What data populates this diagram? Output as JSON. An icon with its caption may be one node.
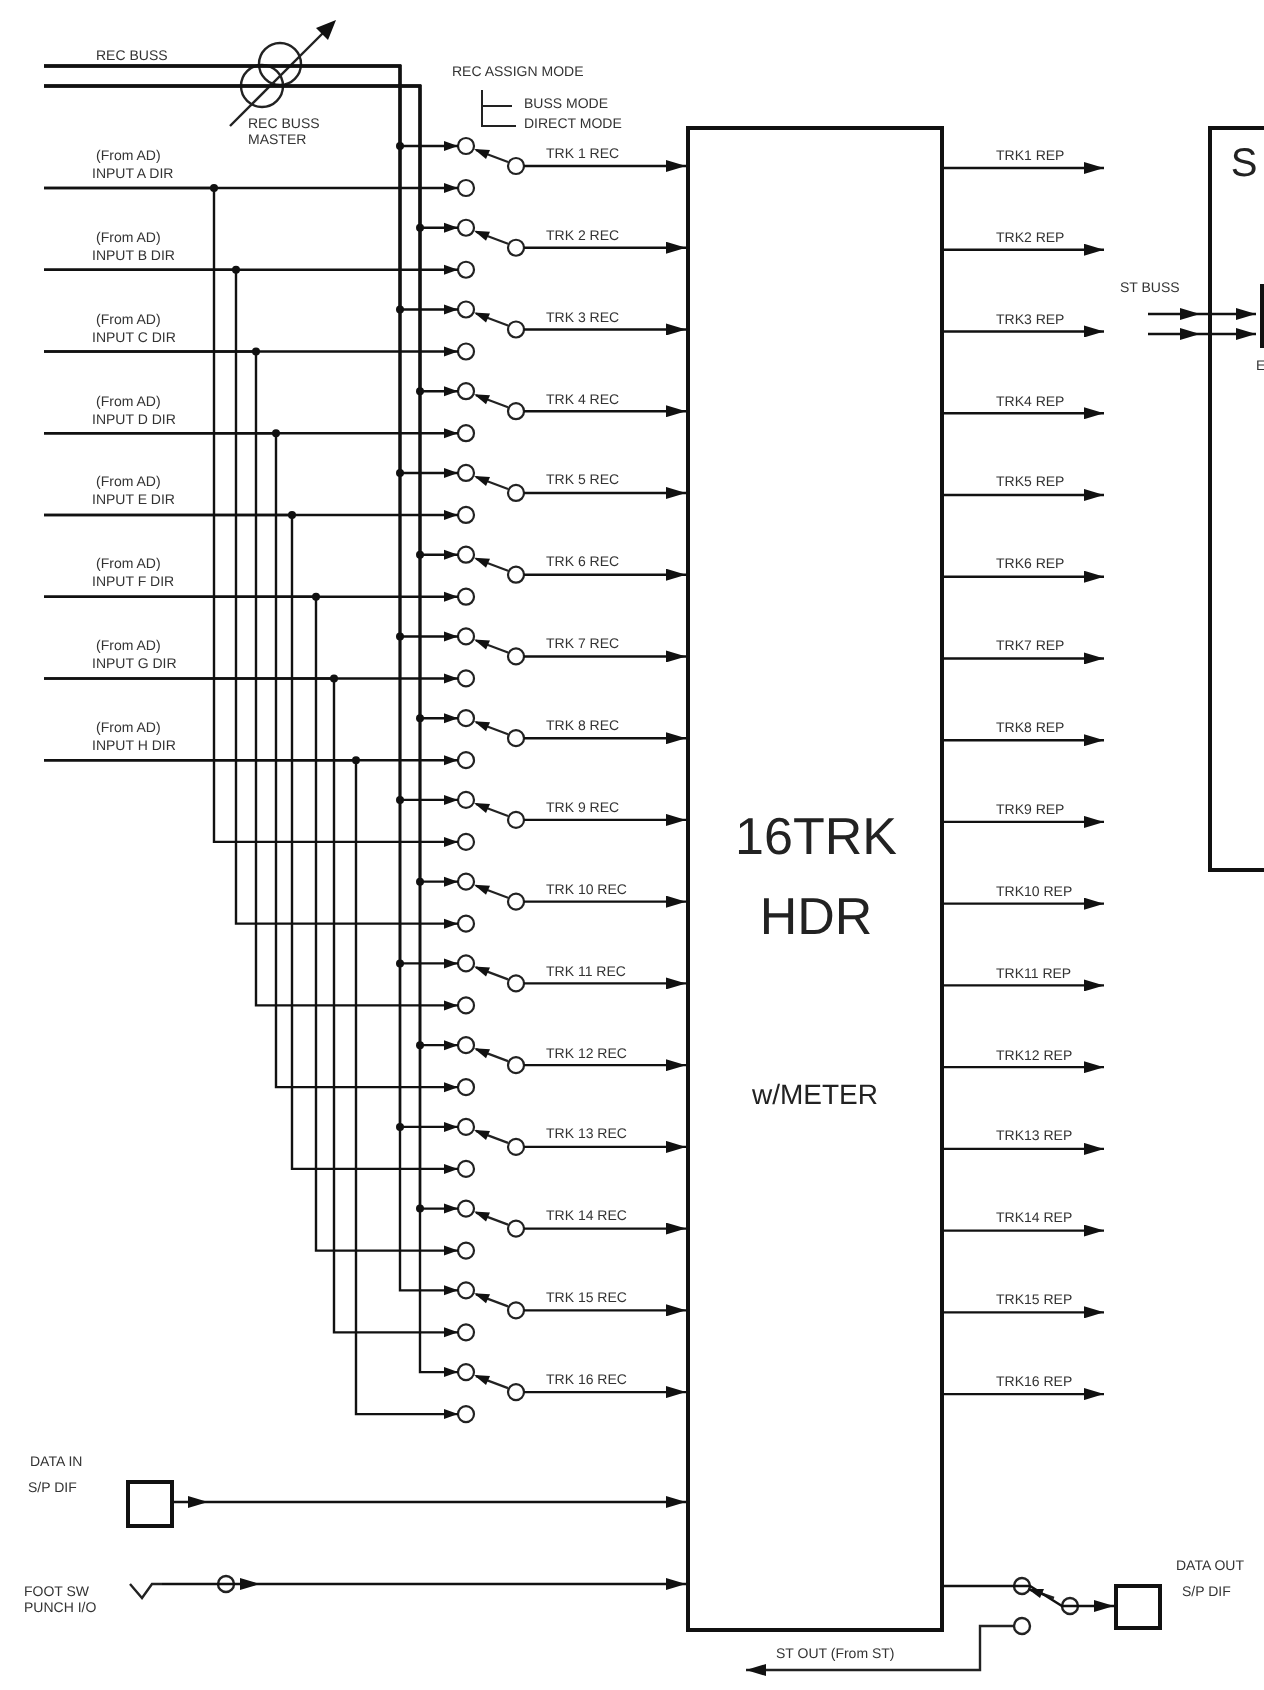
{
  "diagram": {
    "nodes": [
      {
        "text": [
          "16TRK HDR",
          "w/METER"
        ]
      },
      {
        "text": [],
        "shape": "box",
        "beside": [
          "DATA IN",
          "S/P DIF"
        ]
      },
      {
        "text": [],
        "shape": "jack",
        "beside": [
          "FOOT SW PUNCH I/O"
        ]
      },
      {
        "text": [],
        "shape": "box",
        "beside": [
          "DATA OUT",
          "S/P DIF"
        ]
      },
      {
        "text": [
          "S"
        ]
      },
      {
        "text": [],
        "shape": "box",
        "in": 4,
        "beside": [
          "E"
        ]
      },
      {
        "text": [],
        "shape": "switch"
      },
      {
        "text": [],
        "shape": "switch"
      },
      {
        "text": [],
        "shape": "switch"
      },
      {
        "text": [],
        "shape": "switch"
      },
      {
        "text": [],
        "shape": "switch"
      },
      {
        "text": [],
        "shape": "switch"
      },
      {
        "text": [],
        "shape": "switch"
      },
      {
        "text": [],
        "shape": "switch"
      },
      {
        "text": [],
        "shape": "switch"
      },
      {
        "text": [],
        "shape": "switch"
      },
      {
        "text": [],
        "shape": "switch"
      },
      {
        "text": [],
        "shape": "switch"
      },
      {
        "text": [],
        "shape": "switch"
      },
      {
        "text": [],
        "shape": "switch"
      },
      {
        "text": [],
        "shape": "switch"
      },
      {
        "text": [],
        "shape": "switch"
      }
    ],
    "edges": [
      {
        "from": 6,
        "to": 0,
        "arrow": "to",
        "label": "TRK 1 REC"
      },
      {
        "from": 7,
        "to": 0,
        "arrow": "to",
        "label": "TRK 2 REC"
      },
      {
        "from": 8,
        "to": 0,
        "arrow": "to",
        "label": "TRK 3 REC"
      },
      {
        "from": 9,
        "to": 0,
        "arrow": "to",
        "label": "TRK 4 REC"
      },
      {
        "from": 10,
        "to": 0,
        "arrow": "to",
        "label": "TRK 5 REC"
      },
      {
        "from": 11,
        "to": 0,
        "arrow": "to",
        "label": "TRK 6 REC"
      },
      {
        "from": 12,
        "to": 0,
        "arrow": "to",
        "label": "TRK 7 REC"
      },
      {
        "from": 13,
        "to": 0,
        "arrow": "to",
        "label": "TRK 8 REC"
      },
      {
        "from": 14,
        "to": 0,
        "arrow": "to",
        "label": "TRK 9 REC"
      },
      {
        "from": 15,
        "to": 0,
        "arrow": "to",
        "label": "TRK 10 REC"
      },
      {
        "from": 16,
        "to": 0,
        "arrow": "to",
        "label": "TRK 11 REC"
      },
      {
        "from": 17,
        "to": 0,
        "arrow": "to",
        "label": "TRK 12 REC"
      },
      {
        "from": 18,
        "to": 0,
        "arrow": "to",
        "label": "TRK 13 REC"
      },
      {
        "from": 19,
        "to": 0,
        "arrow": "to",
        "label": "TRK 14 REC"
      },
      {
        "from": 20,
        "to": 0,
        "arrow": "to",
        "label": "TRK 15 REC"
      },
      {
        "from": 21,
        "to": 0,
        "arrow": "to",
        "label": "TRK 16  REC"
      },
      {
        "from": 0,
        "to": null,
        "arrow": "to",
        "label": "TRK1 REP"
      },
      {
        "from": 0,
        "to": null,
        "arrow": "to",
        "label": "TRK2 REP"
      },
      {
        "from": 0,
        "to": null,
        "arrow": "to",
        "label": "TRK3 REP"
      },
      {
        "from": 0,
        "to": null,
        "arrow": "to",
        "label": "TRK4 REP"
      },
      {
        "from": 0,
        "to": null,
        "arrow": "to",
        "label": "TRK5 REP"
      },
      {
        "from": 0,
        "to": null,
        "arrow": "to",
        "label": "TRK6 REP"
      },
      {
        "from": 0,
        "to": null,
        "arrow": "to",
        "label": "TRK7 REP"
      },
      {
        "from": 0,
        "to": null,
        "arrow": "to",
        "label": "TRK8 REP"
      },
      {
        "from": 0,
        "to": null,
        "arrow": "to",
        "label": "TRK9 REP"
      },
      {
        "from": 0,
        "to": null,
        "arrow": "to",
        "label": "TRK10 REP"
      },
      {
        "from": 0,
        "to": null,
        "arrow": "to",
        "label": "TRK11 REP"
      },
      {
        "from": 0,
        "to": null,
        "arrow": "to",
        "label": "TRK12 REP"
      },
      {
        "from": 0,
        "to": null,
        "arrow": "to",
        "label": "TRK13 REP"
      },
      {
        "from": 0,
        "to": null,
        "arrow": "to",
        "label": "TRK14 REP"
      },
      {
        "from": 0,
        "to": null,
        "arrow": "to",
        "label": "TRK15 REP"
      },
      {
        "from": 0,
        "to": null,
        "arrow": "to",
        "label": "TRK16 REP"
      },
      {
        "from": 1,
        "to": 0,
        "arrow": "to"
      },
      {
        "from": 2,
        "to": 0,
        "arrow": "to"
      },
      {
        "from": 0,
        "to": 3,
        "arrow": "to"
      },
      {
        "from": null,
        "to": 5,
        "arrow": "to"
      },
      {
        "from": null,
        "to": 5,
        "arrow": "to"
      },
      {
        "from": null,
        "to": 6,
        "arrow": "to"
      },
      {
        "from": null,
        "to": 7,
        "arrow": "to"
      },
      {
        "from": null,
        "to": 8,
        "arrow": "to"
      },
      {
        "from": null,
        "to": 9,
        "arrow": "to"
      },
      {
        "from": null,
        "to": 10,
        "arrow": "to"
      },
      {
        "from": null,
        "to": 11,
        "arrow": "to"
      },
      {
        "from": null,
        "to": 12,
        "arrow": "to"
      },
      {
        "from": null,
        "to": 13,
        "arrow": "to"
      },
      {
        "from": null,
        "to": 14,
        "arrow": "to"
      },
      {
        "from": null,
        "to": 15,
        "arrow": "to"
      },
      {
        "from": null,
        "to": 16,
        "arrow": "to"
      },
      {
        "from": null,
        "to": 17,
        "arrow": "to"
      },
      {
        "from": null,
        "to": 18,
        "arrow": "to"
      },
      {
        "from": null,
        "to": 19,
        "arrow": "to"
      },
      {
        "from": null,
        "to": 20,
        "arrow": "to"
      },
      {
        "from": null,
        "to": 21,
        "arrow": "to"
      },
      {
        "from": null,
        "to": 6,
        "arrow": "to"
      },
      {
        "from": null,
        "to": 14,
        "arrow": "to"
      },
      {
        "from": null,
        "to": 7,
        "arrow": "to"
      },
      {
        "from": null,
        "to": 15,
        "arrow": "to"
      },
      {
        "from": null,
        "to": 8,
        "arrow": "to"
      },
      {
        "from": null,
        "to": 16,
        "arrow": "to"
      },
      {
        "from": null,
        "to": 9,
        "arrow": "to"
      },
      {
        "from": null,
        "to": 17,
        "arrow": "to"
      },
      {
        "from": null,
        "to": 10,
        "arrow": "to"
      },
      {
        "from": null,
        "to": 18,
        "arrow": "to"
      },
      {
        "from": null,
        "to": 11,
        "arrow": "to"
      },
      {
        "from": null,
        "to": 19,
        "arrow": "to"
      },
      {
        "from": null,
        "to": 12,
        "arrow": "to"
      },
      {
        "from": null,
        "to": 20,
        "arrow": "to"
      },
      {
        "from": null,
        "to": 13,
        "arrow": "to"
      },
      {
        "from": null,
        "to": 21,
        "arrow": "to"
      }
    ],
    "labels": [
      "REC BUSS",
      "REC BUSS MASTER",
      "REC ASSIGN MODE",
      "BUSS MODE",
      "DIRECT MODE",
      "(From AD)",
      "INPUT A DIR",
      "(From AD)",
      "INPUT B DIR",
      "(From AD)",
      "INPUT C DIR",
      "(From AD)",
      "INPUT D DIR",
      "(From AD)",
      "INPUT E DIR",
      "(From AD)",
      "INPUT F DIR",
      "(From AD)",
      "INPUT G DIR",
      "(From AD)",
      "INPUT H DIR",
      "ST BUSS",
      "ST OUT (From ST)"
    ]
  }
}
